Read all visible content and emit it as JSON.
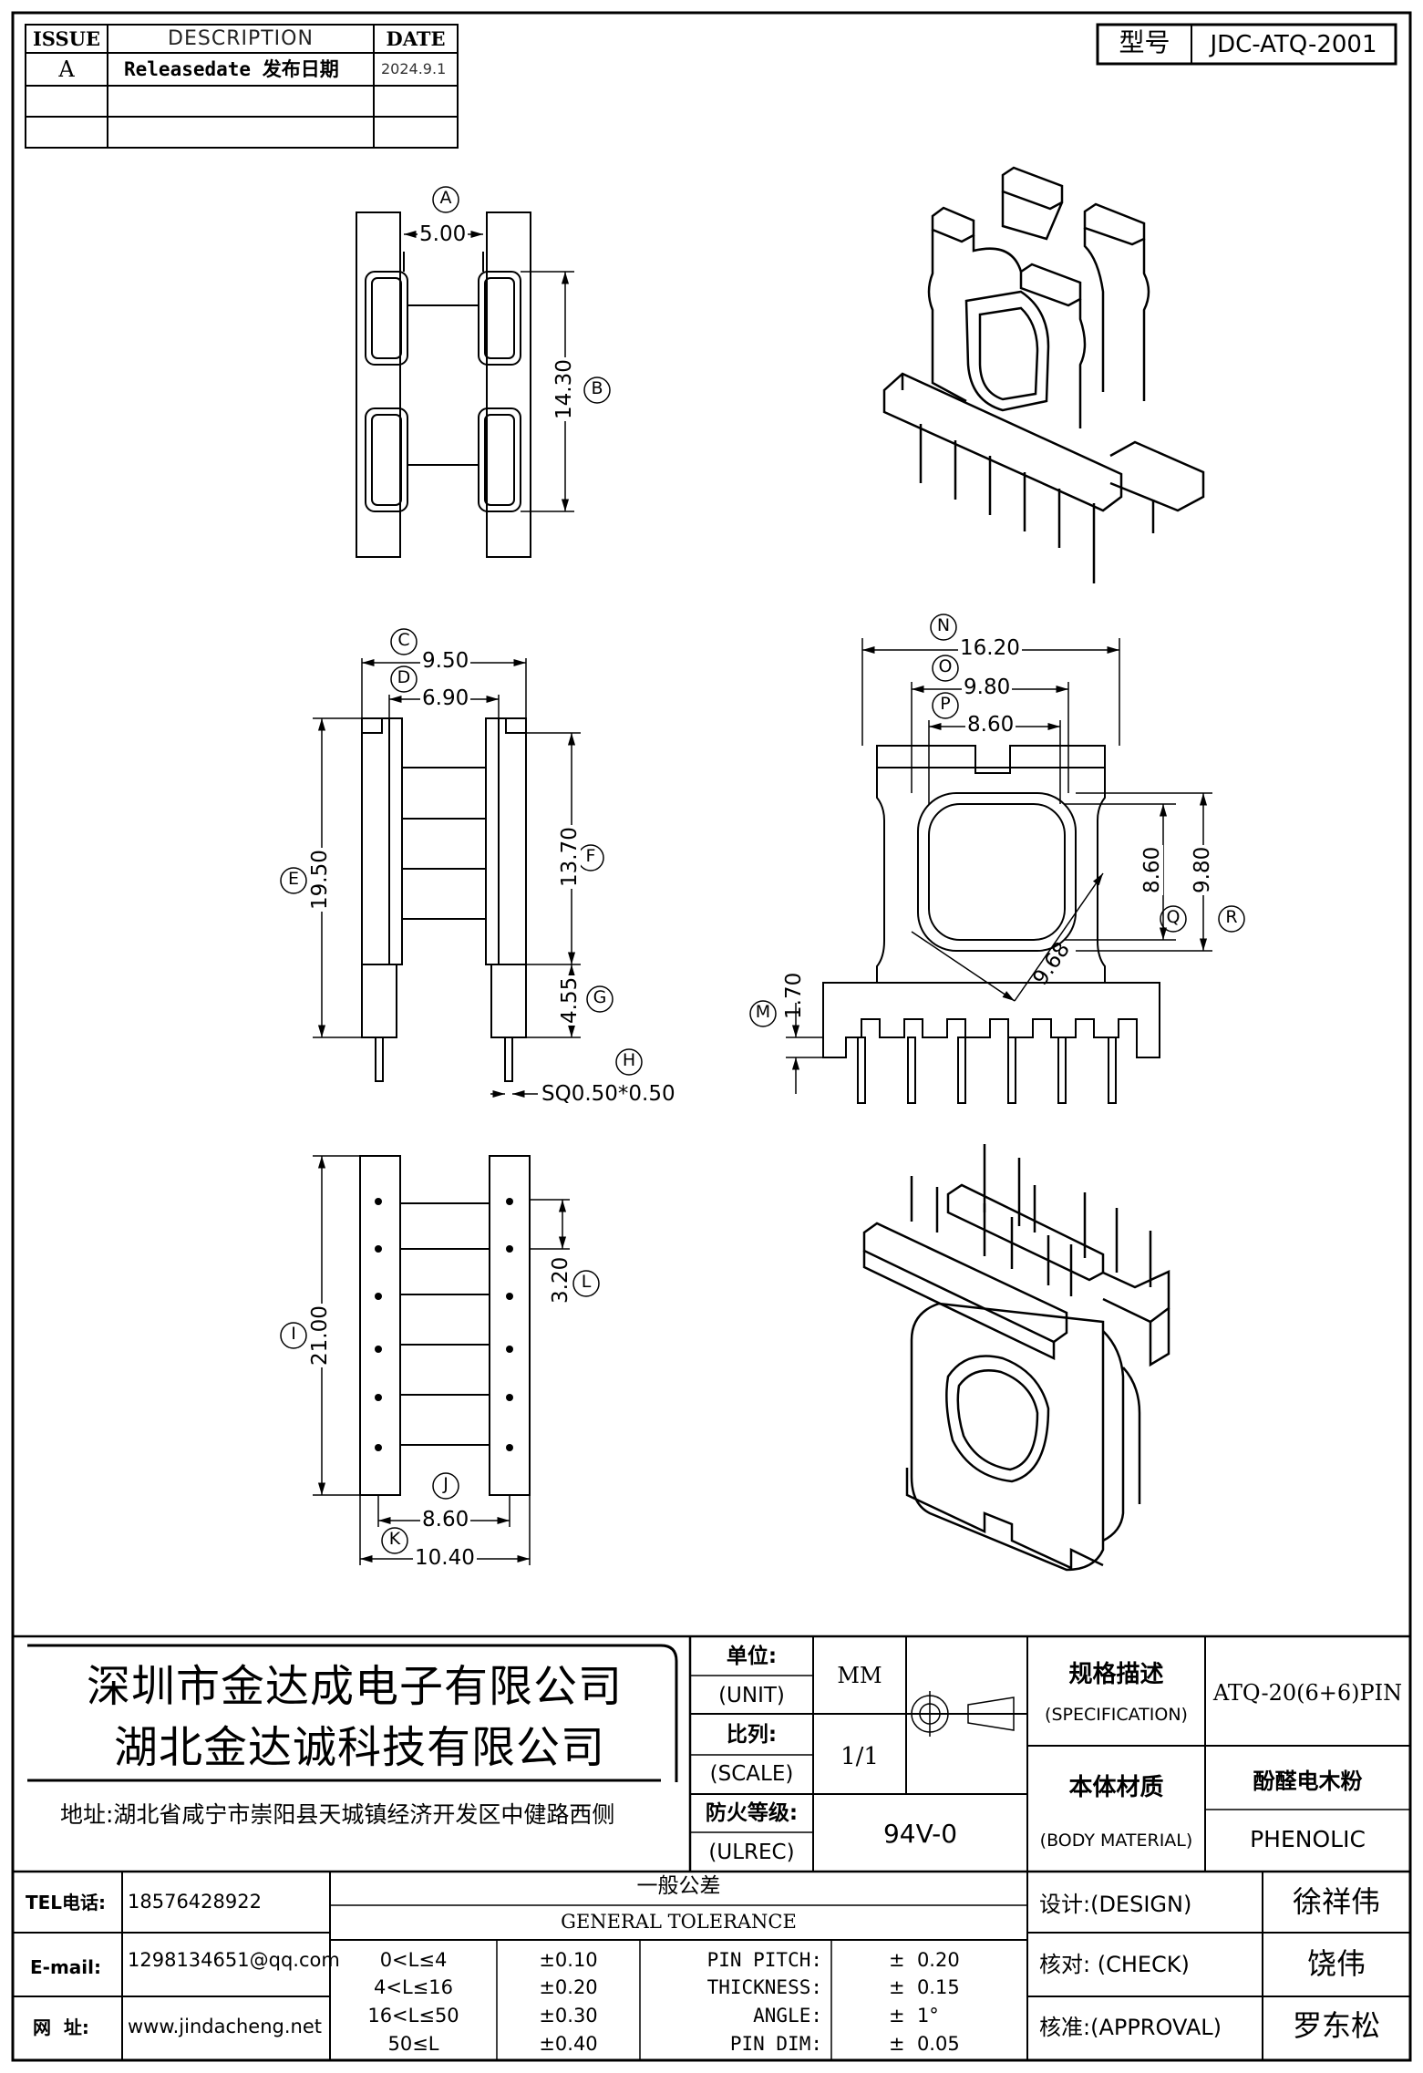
{
  "revision": {
    "headers": [
      "ISSUE",
      "DESCRIPTION",
      "DATE"
    ],
    "rows": [
      {
        "issue": "A",
        "description": "Releasedate 发布日期",
        "date": "2024.9.1"
      },
      {
        "issue": "",
        "description": "",
        "date": ""
      },
      {
        "issue": "",
        "description": "",
        "date": ""
      }
    ]
  },
  "model": {
    "label": "型号",
    "value": "JDC-ATQ-2001"
  },
  "dims": {
    "A": {
      "letter": "A",
      "value": "5.00"
    },
    "B": {
      "letter": "B",
      "value": "14.30"
    },
    "C": {
      "letter": "C",
      "value": "9.50"
    },
    "D": {
      "letter": "D",
      "value": "6.90"
    },
    "E": {
      "letter": "E",
      "value": "19.50"
    },
    "F": {
      "letter": "F",
      "value": "13.70"
    },
    "G": {
      "letter": "G",
      "value": "4.55"
    },
    "H": {
      "letter": "H",
      "value": "SQ0.50*0.50"
    },
    "I": {
      "letter": "I",
      "value": "21.00"
    },
    "J": {
      "letter": "J",
      "value": "8.60"
    },
    "K": {
      "letter": "K",
      "value": "10.40"
    },
    "L": {
      "letter": "L",
      "value": "3.20"
    },
    "M": {
      "letter": "M",
      "value": "1.70"
    },
    "N": {
      "letter": "N",
      "value": "16.20"
    },
    "O": {
      "letter": "O",
      "value": "9.80"
    },
    "P": {
      "letter": "P",
      "value": "8.60"
    },
    "Q": {
      "letter": "Q",
      "value": "8.60"
    },
    "R": {
      "letter": "R",
      "value": "9.80"
    },
    "diag": {
      "value": "9.68"
    }
  },
  "company": {
    "name1": "深圳市金达成电子有限公司",
    "name2": "湖北金达诚科技有限公司",
    "address": "地址:湖北省咸宁市崇阳县天城镇经济开发区中健路西侧"
  },
  "spec": {
    "unit_cn": "单位:",
    "unit_en": "(UNIT)",
    "unit_value": "MM",
    "scale_cn": "比列:",
    "scale_en": "(SCALE)",
    "scale_value": "1/1",
    "ul_cn": "防火等级:",
    "ul_en": "(ULREC)",
    "ul_value": "94V-0",
    "spec_cn": "规格描述",
    "spec_en": "(SPECIFICATION)",
    "spec_value": "ATQ-20(6+6)PIN",
    "mat_cn": "本体材质",
    "mat_en": "(BODY MATERIAL)",
    "mat_value_cn": "酚醛电木粉",
    "mat_value_en": "PHENOLIC"
  },
  "contact": {
    "tel_label": "TEL电话:",
    "tel_value": "18576428922",
    "email_label": "E-mail:",
    "email_value": "1298134651@qq.com",
    "web_label": "网  址:",
    "web_value": "www.jindacheng.net"
  },
  "tolerance": {
    "title_cn": "一般公差",
    "title_en": "GENERAL TOLERANCE",
    "ranges": [
      {
        "range": "0<L≤4",
        "tol": "±0.10"
      },
      {
        "range": "4<L≤16",
        "tol": "±0.20"
      },
      {
        "range": "16<L≤50",
        "tol": "±0.30"
      },
      {
        "range": "50≤L",
        "tol": "±0.40"
      }
    ],
    "params": [
      {
        "name": "PIN PITCH:",
        "tol": "±  0.20"
      },
      {
        "name": "THICKNESS:",
        "tol": "±  0.15"
      },
      {
        "name": "ANGLE:",
        "tol": "±  1°"
      },
      {
        "name": "PIN DIM:",
        "tol": "±  0.05"
      }
    ]
  },
  "approvals": {
    "design_label": "设计:(DESIGN)",
    "design_name": "徐祥伟",
    "check_label": "核对: (CHECK)",
    "check_name": "饶伟",
    "approval_label": "核准:(APPROVAL)",
    "approval_name": "罗东松"
  }
}
